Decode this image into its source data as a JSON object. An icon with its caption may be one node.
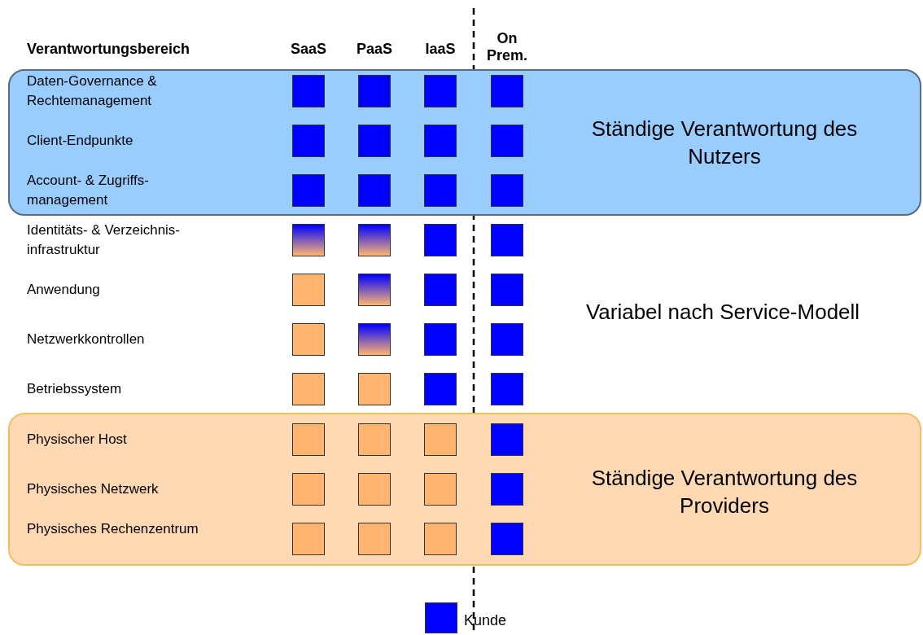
{
  "diagram": {
    "nodes": [
      {
        "text": [
          "Ständige Verantwortung des Nutzers"
        ]
      },
      {
        "text": [],
        "shape": "box",
        "in": 0
      },
      {
        "text": [],
        "shape": "box",
        "in": 0
      },
      {
        "text": [],
        "shape": "box",
        "in": 0
      },
      {
        "text": [],
        "shape": "box",
        "in": 0
      },
      {
        "text": [],
        "shape": "box",
        "in": 0
      },
      {
        "text": [],
        "shape": "box",
        "in": 0
      },
      {
        "text": [],
        "shape": "box",
        "in": 0
      },
      {
        "text": [],
        "shape": "box",
        "in": 0
      },
      {
        "text": [],
        "shape": "box",
        "in": 0
      },
      {
        "text": [],
        "shape": "box",
        "in": 0
      },
      {
        "text": [],
        "shape": "box",
        "in": 0
      },
      {
        "text": [],
        "shape": "box",
        "in": 0
      },
      {
        "text": [],
        "shape": "box"
      },
      {
        "text": [],
        "shape": "box"
      },
      {
        "text": [],
        "shape": "box"
      },
      {
        "text": [],
        "shape": "box"
      },
      {
        "text": [],
        "shape": "box"
      },
      {
        "text": [],
        "shape": "box"
      },
      {
        "text": [],
        "shape": "box"
      },
      {
        "text": [],
        "shape": "box"
      },
      {
        "text": [],
        "shape": "box"
      },
      {
        "text": [],
        "shape": "box"
      },
      {
        "text": [],
        "shape": "box"
      },
      {
        "text": [],
        "shape": "box"
      },
      {
        "text": [],
        "shape": "box"
      },
      {
        "text": [],
        "shape": "box"
      },
      {
        "text": [],
        "shape": "box"
      },
      {
        "text": [],
        "shape": "box"
      },
      {
        "text": [
          "Ständige Verantwortung des Providers"
        ]
      },
      {
        "text": [],
        "shape": "box",
        "in": 29
      },
      {
        "text": [],
        "shape": "box",
        "in": 29
      },
      {
        "text": [],
        "shape": "box",
        "in": 29
      },
      {
        "text": [],
        "shape": "box",
        "in": 29
      },
      {
        "text": [],
        "shape": "box",
        "in": 29
      },
      {
        "text": [],
        "shape": "box",
        "in": 29
      },
      {
        "text": [],
        "shape": "box",
        "in": 29
      },
      {
        "text": [],
        "shape": "box",
        "in": 29
      },
      {
        "text": [],
        "shape": "box",
        "in": 29
      },
      {
        "text": [],
        "shape": "box",
        "in": 29
      },
      {
        "text": [],
        "shape": "box",
        "in": 29
      },
      {
        "text": [],
        "shape": "box",
        "in": 29
      }
    ],
    "labels": [
      "Verantwortungsbereich",
      "SaaS",
      "PaaS",
      "IaaS",
      "On Prem.",
      "Daten-Governance & Rechtemanagement",
      "Client-Endpunkte",
      "Account- & Zugriffs- management",
      "Identitäts- & Verzeichnis- infrastruktur",
      "Anwendung",
      "Netzwerkkontrollen",
      "Betriebssystem",
      "Physischer Host",
      "Physisches Netzwerk",
      "Physisches Rechenzentrum",
      "Variabel nach Service-Modell"
    ],
    "legend": [
      {
        "text": "Kunde",
        "color": "#0000ff"
      }
    ]
  }
}
